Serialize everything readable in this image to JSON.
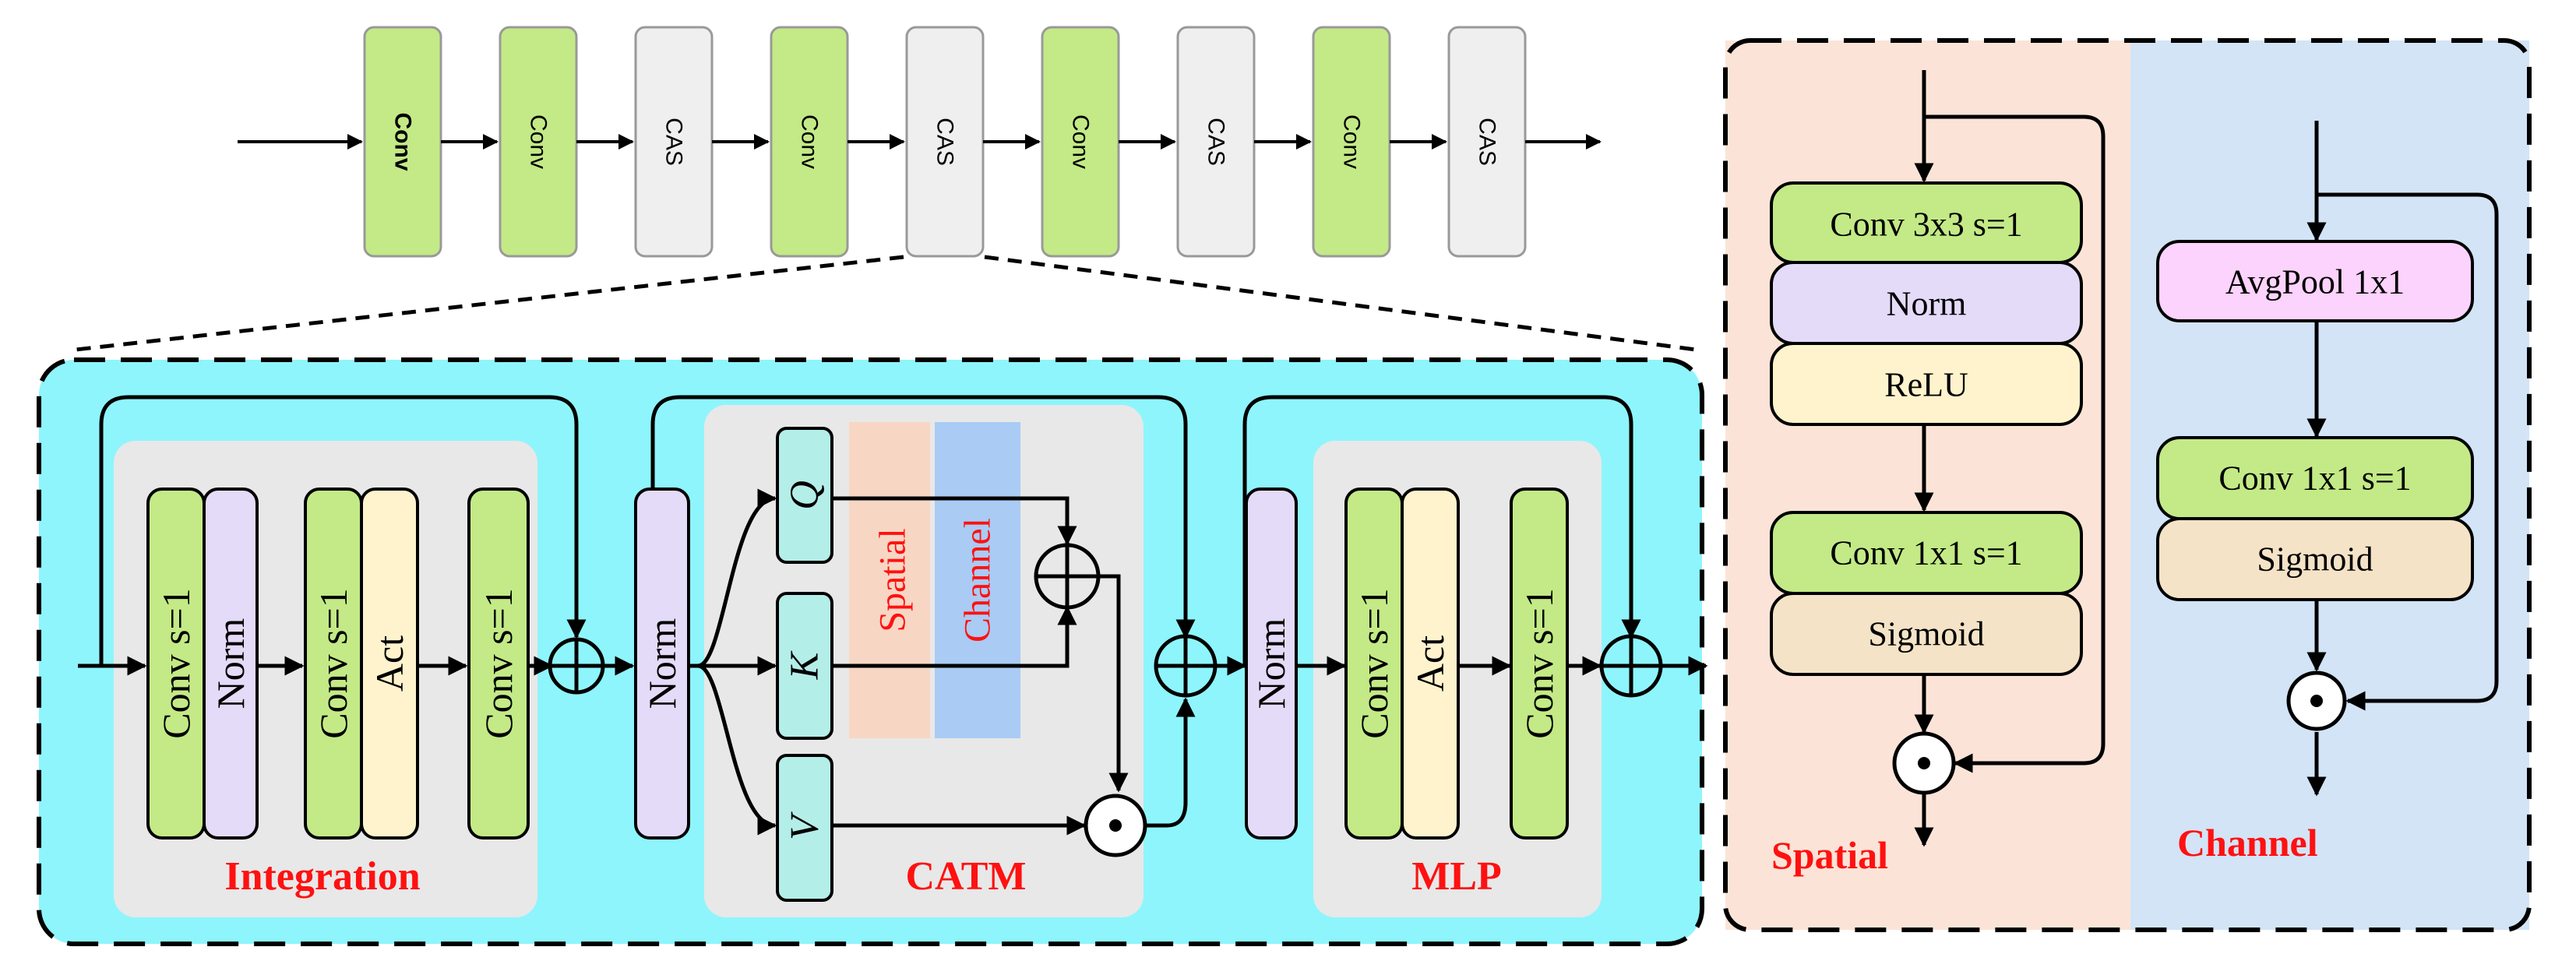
{
  "pipeline": {
    "blocks": [
      {
        "label": "Conv",
        "kind": "conv",
        "bold": true
      },
      {
        "label": "Conv",
        "kind": "conv"
      },
      {
        "label": "CAS",
        "kind": "cas"
      },
      {
        "label": "Conv",
        "kind": "conv"
      },
      {
        "label": "CAS",
        "kind": "cas"
      },
      {
        "label": "Conv",
        "kind": "conv"
      },
      {
        "label": "CAS",
        "kind": "cas"
      },
      {
        "label": "Conv",
        "kind": "conv"
      },
      {
        "label": "CAS",
        "kind": "cas"
      }
    ]
  },
  "integration": {
    "title": "Integration",
    "conv1": "Conv s=1",
    "norm": "Norm",
    "conv2": "Conv s=1",
    "act": "Act",
    "conv3": "Conv s=1"
  },
  "catm": {
    "title": "CATM",
    "norm": "Norm",
    "q": "Q",
    "k": "K",
    "v": "V",
    "spatial": "Spatial",
    "channel": "Channel"
  },
  "mlp": {
    "title": "MLP",
    "norm": "Norm",
    "conv1": "Conv s=1",
    "act": "Act",
    "conv2": "Conv s=1"
  },
  "spatial_panel": {
    "conv1": "Conv 3x3 s=1",
    "norm": "Norm",
    "relu": "ReLU",
    "conv2": "Conv 1x1 s=1",
    "sigmoid": "Sigmoid",
    "label": "Spatial"
  },
  "channel_panel": {
    "avgpool": "AvgPool 1x1",
    "conv": "Conv 1x1 s=1",
    "sigmoid": "Sigmoid",
    "label": "Channel"
  },
  "colors": {
    "conv_green": "#c3ea86",
    "cas_grey": "#efefef",
    "norm_purple": "#e3dbf8",
    "act_yellow": "#fff3cd",
    "qkv_teal": "#b4eee9",
    "cyan_bg": "#8ef5fc",
    "grey_panel": "#e8e8e8",
    "spatial_band": "#f8d6c4",
    "channel_band": "#a9cbf4",
    "spatial_bg": "#fbe4d7",
    "channel_bg": "#d2e4f6",
    "avgpool_pink": "#fcd3fc",
    "sigmoid_tan": "#f4e3c7",
    "label_red": "#ff1111"
  }
}
